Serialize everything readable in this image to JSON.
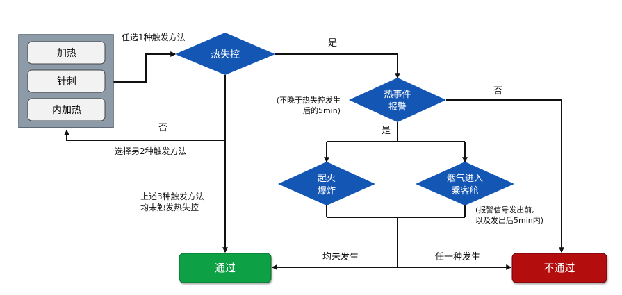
{
  "colors": {
    "diamond": "#1456b4",
    "pass": "#0fa045",
    "fail": "#b3080f",
    "line": "#111111",
    "triggerPanel": "#8d9aa8",
    "triggerButton": "#f2f2f2"
  },
  "triggers": [
    "加热",
    "针刺",
    "内加热"
  ],
  "nodes": {
    "runaway": "热失控",
    "alarm_line1": "热事件",
    "alarm_line2": "报警",
    "fire_line1": "起火",
    "fire_line2": "爆炸",
    "smoke_line1": "烟气进入",
    "smoke_line2": "乘客舱",
    "pass": "通过",
    "fail": "不通过"
  },
  "labels": {
    "trigger_any": "任选1种触发方法",
    "yes_top": "是",
    "alarm_timing_line1": "(不晚于热失控发生",
    "alarm_timing_line2": "后的5min)",
    "no_alarm": "否",
    "yes_alarm": "是",
    "no_runaway": "否",
    "choose_other": "选择另2种触发方法",
    "none_triggered_line1": "上述3种触发方法",
    "none_triggered_line2": "均未触发热失控",
    "smoke_timing_line1": "(报警信号发出前,",
    "smoke_timing_line2": "以及发出后5min内)",
    "none_occurred": "均未发生",
    "any_occurred": "任一种发生"
  }
}
